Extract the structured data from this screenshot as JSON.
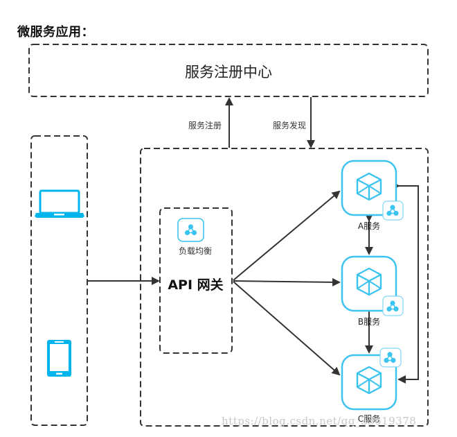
{
  "title": "微服务应用：",
  "registry": {
    "label": "服务注册中心"
  },
  "edges": {
    "register_label": "服务注册",
    "discover_label": "服务发现"
  },
  "clients": [
    {
      "icon": "laptop-icon"
    },
    {
      "icon": "mobile-phone-icon"
    }
  ],
  "gateway": {
    "label": "API 网关",
    "load_balancer_label": "负载均衡",
    "load_balancer_icon": "share-nodes-icon"
  },
  "services": [
    {
      "label": "A服务",
      "icon": "cube-icon",
      "badge_icon": "share-nodes-icon"
    },
    {
      "label": "B服务",
      "icon": "cube-icon",
      "badge_icon": "share-nodes-icon"
    },
    {
      "label": "C服务",
      "icon": "cube-icon",
      "badge_icon": "share-nodes-icon"
    }
  ],
  "watermark": "https://blog.csdn.net/qq_33619378",
  "colors": {
    "accent": "#3cc4f0",
    "device": "#00b4ee",
    "line": "#333333"
  }
}
